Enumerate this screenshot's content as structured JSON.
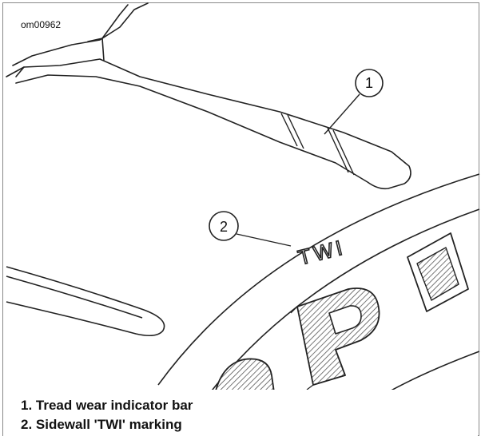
{
  "figure_id": "om00962",
  "callouts": [
    {
      "number": "1",
      "description": "Tread wear indicator bar"
    },
    {
      "number": "2",
      "description": "Sidewall 'TWI' marking"
    }
  ],
  "sidewall_text": {
    "twi": "TWI",
    "letter": "P"
  },
  "legend": [
    "1. Tread wear indicator bar",
    "2. Sidewall 'TWI' marking"
  ]
}
